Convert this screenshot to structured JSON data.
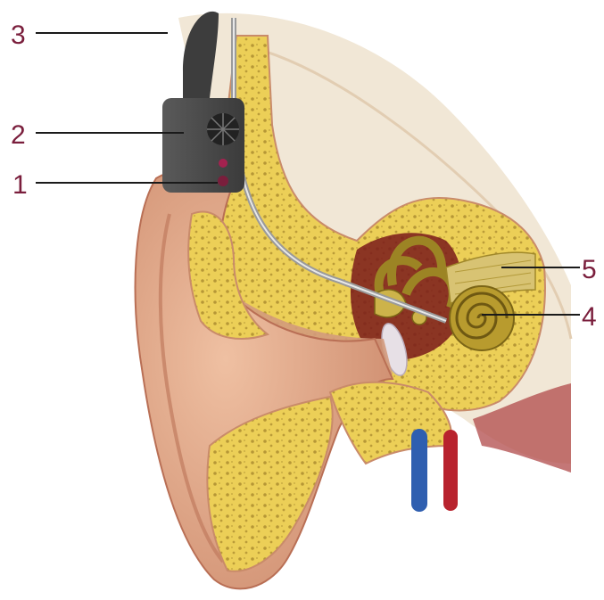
{
  "colors": {
    "label": "#7a1e3c",
    "leader_line": "#1a1a1a",
    "skin": "#e0a98a",
    "skin_dark": "#c9856b",
    "bone": "#eccf57",
    "bone_pore": "#8a6a1c",
    "cochlea": "#b89b2e",
    "device": "#4a4a4a",
    "vein": "#2f5fb0",
    "artery": "#b8232e"
  },
  "callouts": [
    {
      "id": "1",
      "text": "1"
    },
    {
      "id": "2",
      "text": "2"
    },
    {
      "id": "3",
      "text": "3"
    },
    {
      "id": "4",
      "text": "4"
    },
    {
      "id": "5",
      "text": "5"
    }
  ],
  "icons": {
    "device": "hearing-implant-processor-icon",
    "ear": "outer-ear-icon",
    "cochlea": "cochlea-icon"
  }
}
